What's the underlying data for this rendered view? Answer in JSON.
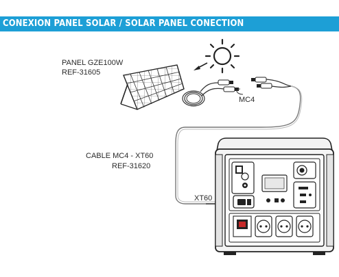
{
  "header": {
    "title": "CONEXION PANEL SOLAR / SOLAR PANEL CONECTION",
    "color": "#1d9fd6"
  },
  "panel": {
    "name": "PANEL GZE100W",
    "ref": "REF-31605"
  },
  "connector": {
    "label": "MC4"
  },
  "cable": {
    "name": "CABLE MC4 - XT60",
    "ref": "REF-31620"
  },
  "port": {
    "label": "XT60"
  },
  "icons": [
    "sun-icon",
    "solar-panel-icon",
    "power-station-icon",
    "ac-outlet-icon"
  ]
}
